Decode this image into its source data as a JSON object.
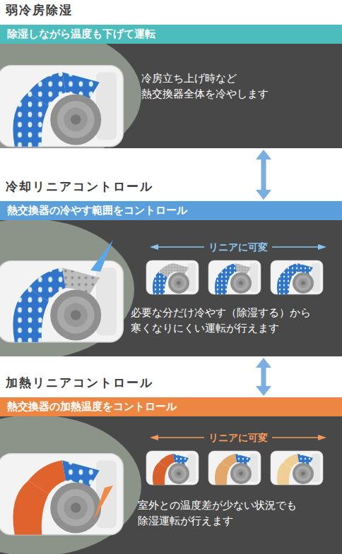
{
  "diagram": {
    "nodes": [
      {
        "text": [
          "弱冷房除湿",
          "除湿しながら温度も下げて運転",
          "冷房立ち上げ時など 熱交換器全体を冷やします"
        ]
      },
      {
        "text": [
          "冷却リニアコントロール",
          "熱交換器の冷やす範囲をコントロール",
          "必要な分だけ冷やす（除湿する）から 寒くなりにくい運転が行えます"
        ]
      },
      {
        "text": [
          "加熱リニアコントロール",
          "熱交換器の加熱温度をコントロール",
          "室外との温度差が少ない状況でも 除湿運転が行えます"
        ]
      }
    ],
    "edges": [
      {
        "from": 0,
        "to": 1,
        "arrow": "both"
      },
      {
        "from": 1,
        "to": 2,
        "arrow": "both"
      }
    ],
    "labels": [
      "リニアに可変",
      "リニアに可変"
    ]
  }
}
